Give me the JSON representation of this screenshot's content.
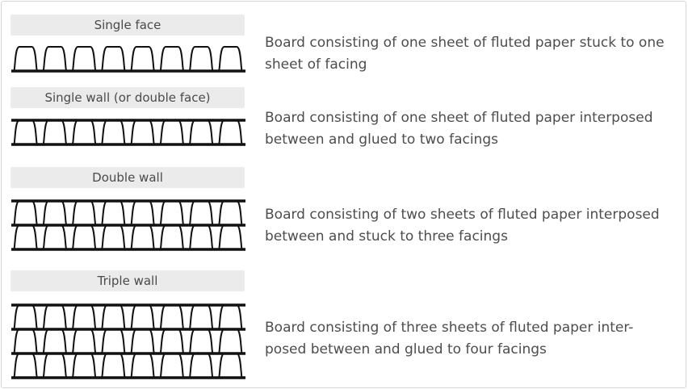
{
  "colors": {
    "label_bg": "#ebebeb",
    "text": "#4d4d4d",
    "line": "#111111"
  },
  "types": [
    {
      "label": "Single face",
      "description_line1": "Board consisting of one sheet of fluted paper stuck to one",
      "description_line2": "sheet of facing",
      "flute_layers": 1,
      "facings": 1
    },
    {
      "label": "Single wall (or double face)",
      "description_line1": "Board consisting of one sheet of fluted paper interposed",
      "description_line2": "between and glued to two facings",
      "flute_layers": 1,
      "facings": 2
    },
    {
      "label": "Double wall",
      "description_line1": "Board consisting of two sheets of fluted paper interposed",
      "description_line2": "between and stuck to three facings",
      "flute_layers": 2,
      "facings": 3
    },
    {
      "label": "Triple wall",
      "description_line1": "Board consisting of three sheets of fluted paper inter-",
      "description_line2": "posed between and glued to four facings",
      "flute_layers": 3,
      "facings": 4
    }
  ]
}
